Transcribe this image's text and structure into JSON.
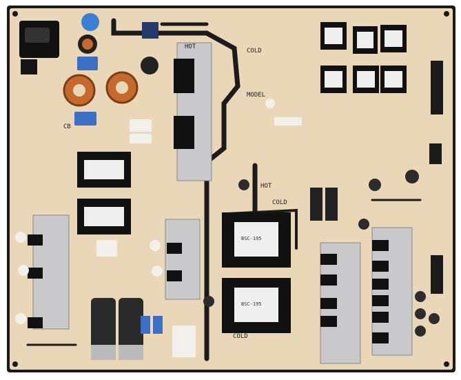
{
  "photo": {
    "subject": "Power supply circuit board"
  },
  "board_labels": {
    "cb": "CB",
    "hot_left": "HOT",
    "cold_top": "COLD",
    "cold_mid": "COLD",
    "hot_mid": "HOT",
    "cold_bottom": "COLD",
    "model": "MODEL",
    "xfmr_a": "BSC-195",
    "xfmr_b": "BSC-195"
  },
  "colors": {
    "board": "#e9d7b8",
    "board_edge": "#1a1a1a",
    "trace": "#1b1b1b",
    "heatsink": "#c9c9cb",
    "transformer": "#111111",
    "capacitor": "#2a2a2a",
    "film_cap": "#3a6fc4",
    "inductor_copper": "#c56a2a"
  }
}
